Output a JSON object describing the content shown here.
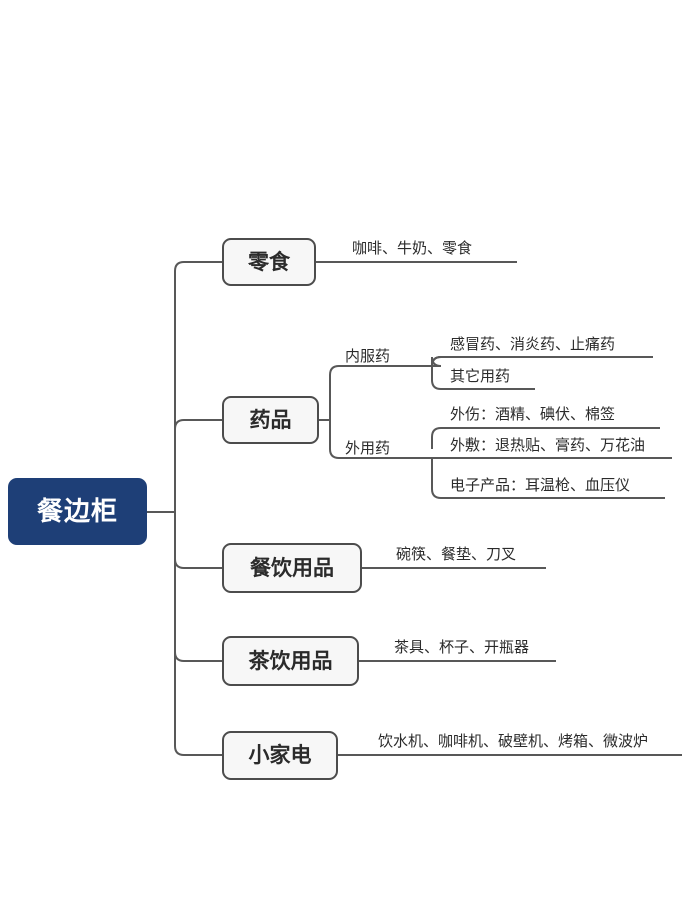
{
  "diagram": {
    "type": "mind-map",
    "title": "餐边柜",
    "orientation": "left-to-right",
    "colors": {
      "root_fill": "#1e3f77",
      "root_text": "#ffffff",
      "node_fill": "#f7f7f7",
      "node_border": "#4c4c4c",
      "node_text": "#2b2b2b",
      "connector": "#585858",
      "background": "#ffffff"
    },
    "root": {
      "label": "餐边柜"
    },
    "branches": [
      {
        "id": "snacks",
        "label": "零食",
        "leaves": [
          {
            "text": "咖啡、牛奶、零食"
          }
        ]
      },
      {
        "id": "medicine",
        "label": "药品",
        "subgroups": [
          {
            "id": "oral-medicine",
            "label": "内服药",
            "leaves": [
              {
                "text": "感冒药、消炎药、止痛药"
              },
              {
                "text": "其它用药"
              }
            ]
          },
          {
            "id": "topical-medicine",
            "label": "外用药",
            "leaves": [
              {
                "text": "外伤：酒精、碘伏、棉签"
              },
              {
                "text": "外敷：退热贴、膏药、万花油"
              },
              {
                "text": "电子产品：耳温枪、血压仪"
              }
            ]
          }
        ]
      },
      {
        "id": "dining-supplies",
        "label": "餐饮用品",
        "leaves": [
          {
            "text": "碗筷、餐垫、刀叉"
          }
        ]
      },
      {
        "id": "tea-drink-supplies",
        "label": "茶饮用品",
        "leaves": [
          {
            "text": "茶具、杯子、开瓶器"
          }
        ]
      },
      {
        "id": "small-appliances",
        "label": "小家电",
        "leaves": [
          {
            "text": "饮水机、咖啡机、破壁机、烤箱、微波炉"
          }
        ]
      }
    ]
  }
}
